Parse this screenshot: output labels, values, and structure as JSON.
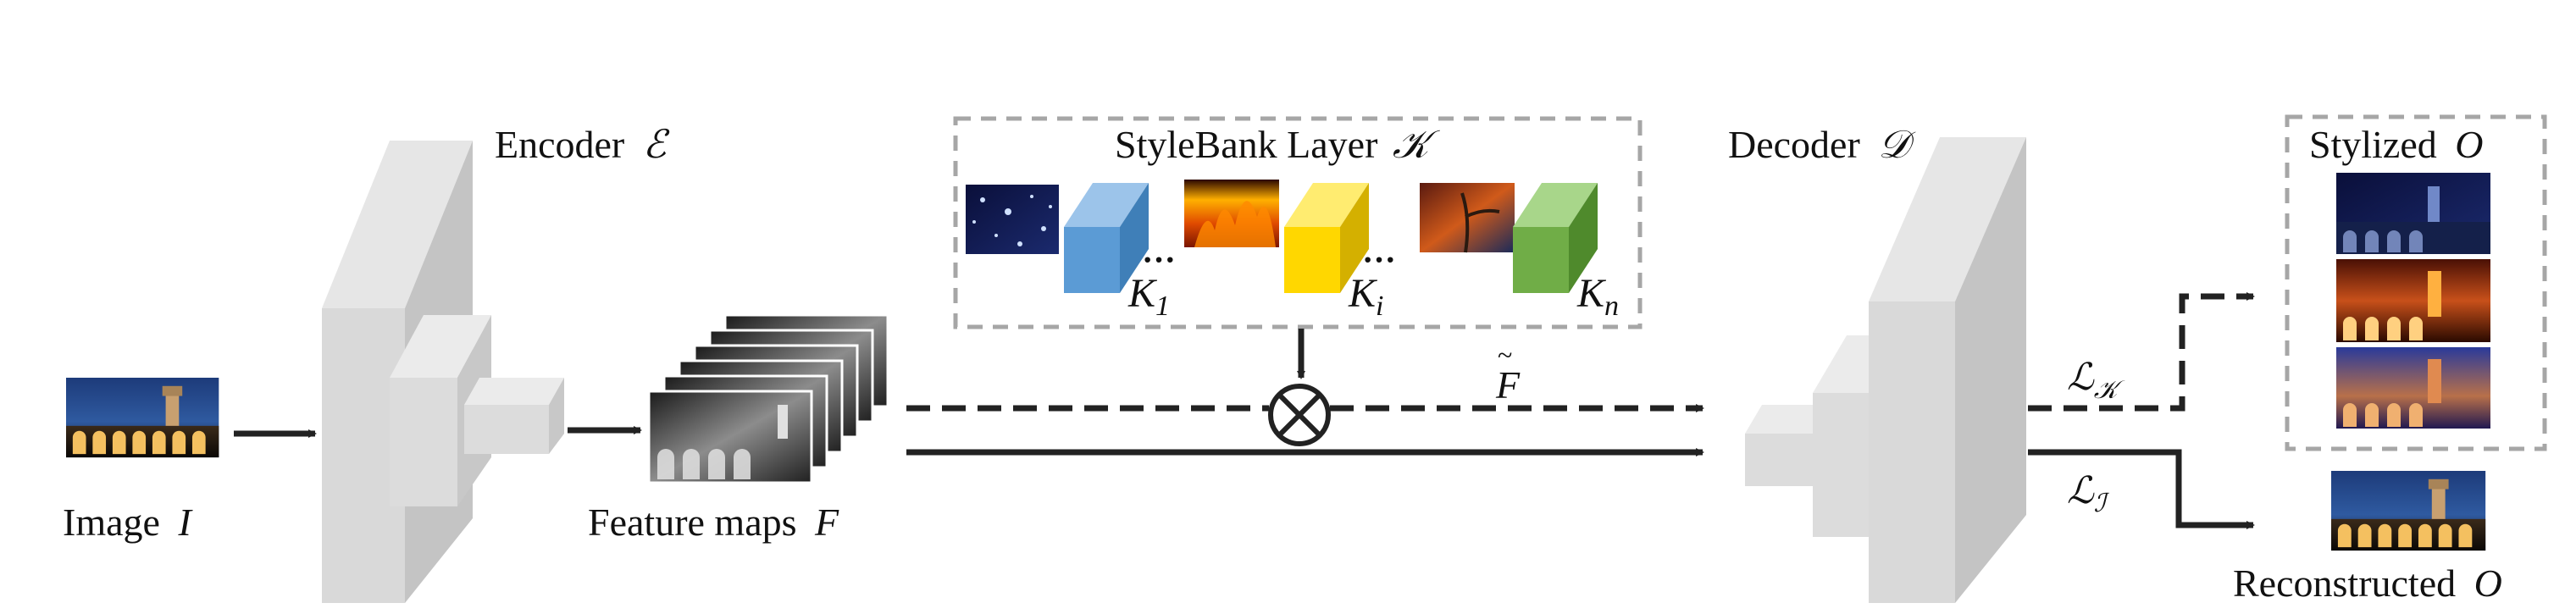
{
  "labels": {
    "encoder": "Encoder",
    "encoder_symbol": "ℰ",
    "stylebank": "StyleBank Layer",
    "stylebank_symbol": "𝒦",
    "decoder": "Decoder",
    "decoder_symbol": "𝒟",
    "stylized": "Stylized",
    "stylized_symbol": "O",
    "input_image": "Image",
    "input_symbol": "I",
    "feature_maps": "Feature maps",
    "feature_symbol": "F",
    "reconstructed": "Reconstructed",
    "reconstructed_symbol": "O",
    "f_tilde": "F",
    "dots": "···",
    "loss_k": "ℒ",
    "loss_k_sub": "𝒦",
    "loss_i": "ℒ",
    "loss_i_sub": "ℐ"
  },
  "kernels": [
    {
      "letter": "K",
      "sub": "1",
      "color": "#5b9bd5"
    },
    {
      "letter": "K",
      "sub": "i",
      "color": "#ffd700"
    },
    {
      "letter": "K",
      "sub": "n",
      "color": "#70ad47"
    }
  ],
  "colors": {
    "block_front": "#d9d9d9",
    "block_side": "#bfbfbf",
    "block_top": "#e8e8e8",
    "arrow": "#222222",
    "dashed_box": "#a6a6a6"
  }
}
